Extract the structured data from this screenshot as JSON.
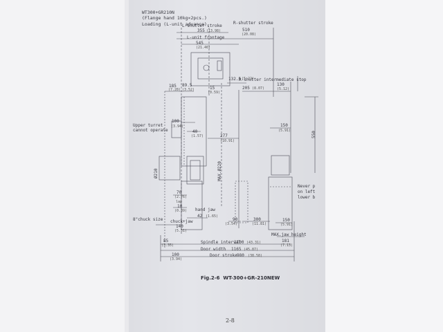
{
  "header": {
    "model": "WT300+GR210N",
    "flange": "(Flange hand 10kg×2pcs.)",
    "loading": "Loading (L-unit advance)"
  },
  "labels": {
    "l_shutter_stroke": "L-shutter stroke",
    "r_shutter_stroke": "R-shutter stroke",
    "l_unit_frontage": "L-unit frontage",
    "r_shutter_intermediate_stop": "R-shutter intermediate stop",
    "upper_turret_1": "Upper turret",
    "upper_turret_2": "cannot operate",
    "never_1": "Never p",
    "never_2": "on left",
    "never_3": "lower b",
    "hand_jaw": "hand jaw",
    "chuck_size": "8\"chuck size",
    "chuck_jaw": "chuck+jaw",
    "max_jaw_height": "MAX.jaw height",
    "spindle_interval": "Spindle interval",
    "door_width": "Door width",
    "door_stroke": "Door stroke",
    "lap": "lap",
    "max_o": "MAX.Ø220"
  },
  "dims": {
    "d355": "355",
    "d355i": "(13.98)",
    "d510": "510",
    "d510i": "(20.08)",
    "d545": "545",
    "d545i": "(21.46)",
    "d185": "185",
    "d185i": "(7.28)",
    "d895": "89.5",
    "d895i": "(3.52)",
    "d1325": "132.5",
    "d1325i": "(5.22)",
    "d15": "15",
    "d15i": "(0.59)",
    "d205": "205",
    "d205i": "(8.07)",
    "d130": "130",
    "d130i": "(5.12)",
    "d100": "100",
    "d100i": "(3.94)",
    "d40": "40",
    "d40i": "(1.57)",
    "d277": "277",
    "d277i": "(10.91)",
    "d150a": "150",
    "d150ai": "(5.91)",
    "d550": "550",
    "d210": "Ø210",
    "d70": "70",
    "d70i": "(2.76)",
    "d10": "10",
    "d10i": "(0.39)",
    "d42": "42",
    "d42i": "(1.65)",
    "d140": "140",
    "d140i": "(5.51)",
    "d90": "90",
    "d90i": "(3.54)",
    "d300": "300",
    "d300i": "(11.81)",
    "d150b": "150",
    "d150bi": "(5.91)",
    "d85": "85",
    "d85i": "(3.35)",
    "d1100": "1100",
    "d1100i": "(43.31)",
    "d181": "181",
    "d181i": "(7.13)",
    "d1165": "1165",
    "d1165i": "(45.87)",
    "d980": "980",
    "d980i": "(38.58)",
    "dbot100": "100",
    "dbot100i": "(3.94)"
  },
  "figure": {
    "number": "Fig.2-6",
    "title": "WT-300+GR-210NEW"
  },
  "page": "2-8"
}
